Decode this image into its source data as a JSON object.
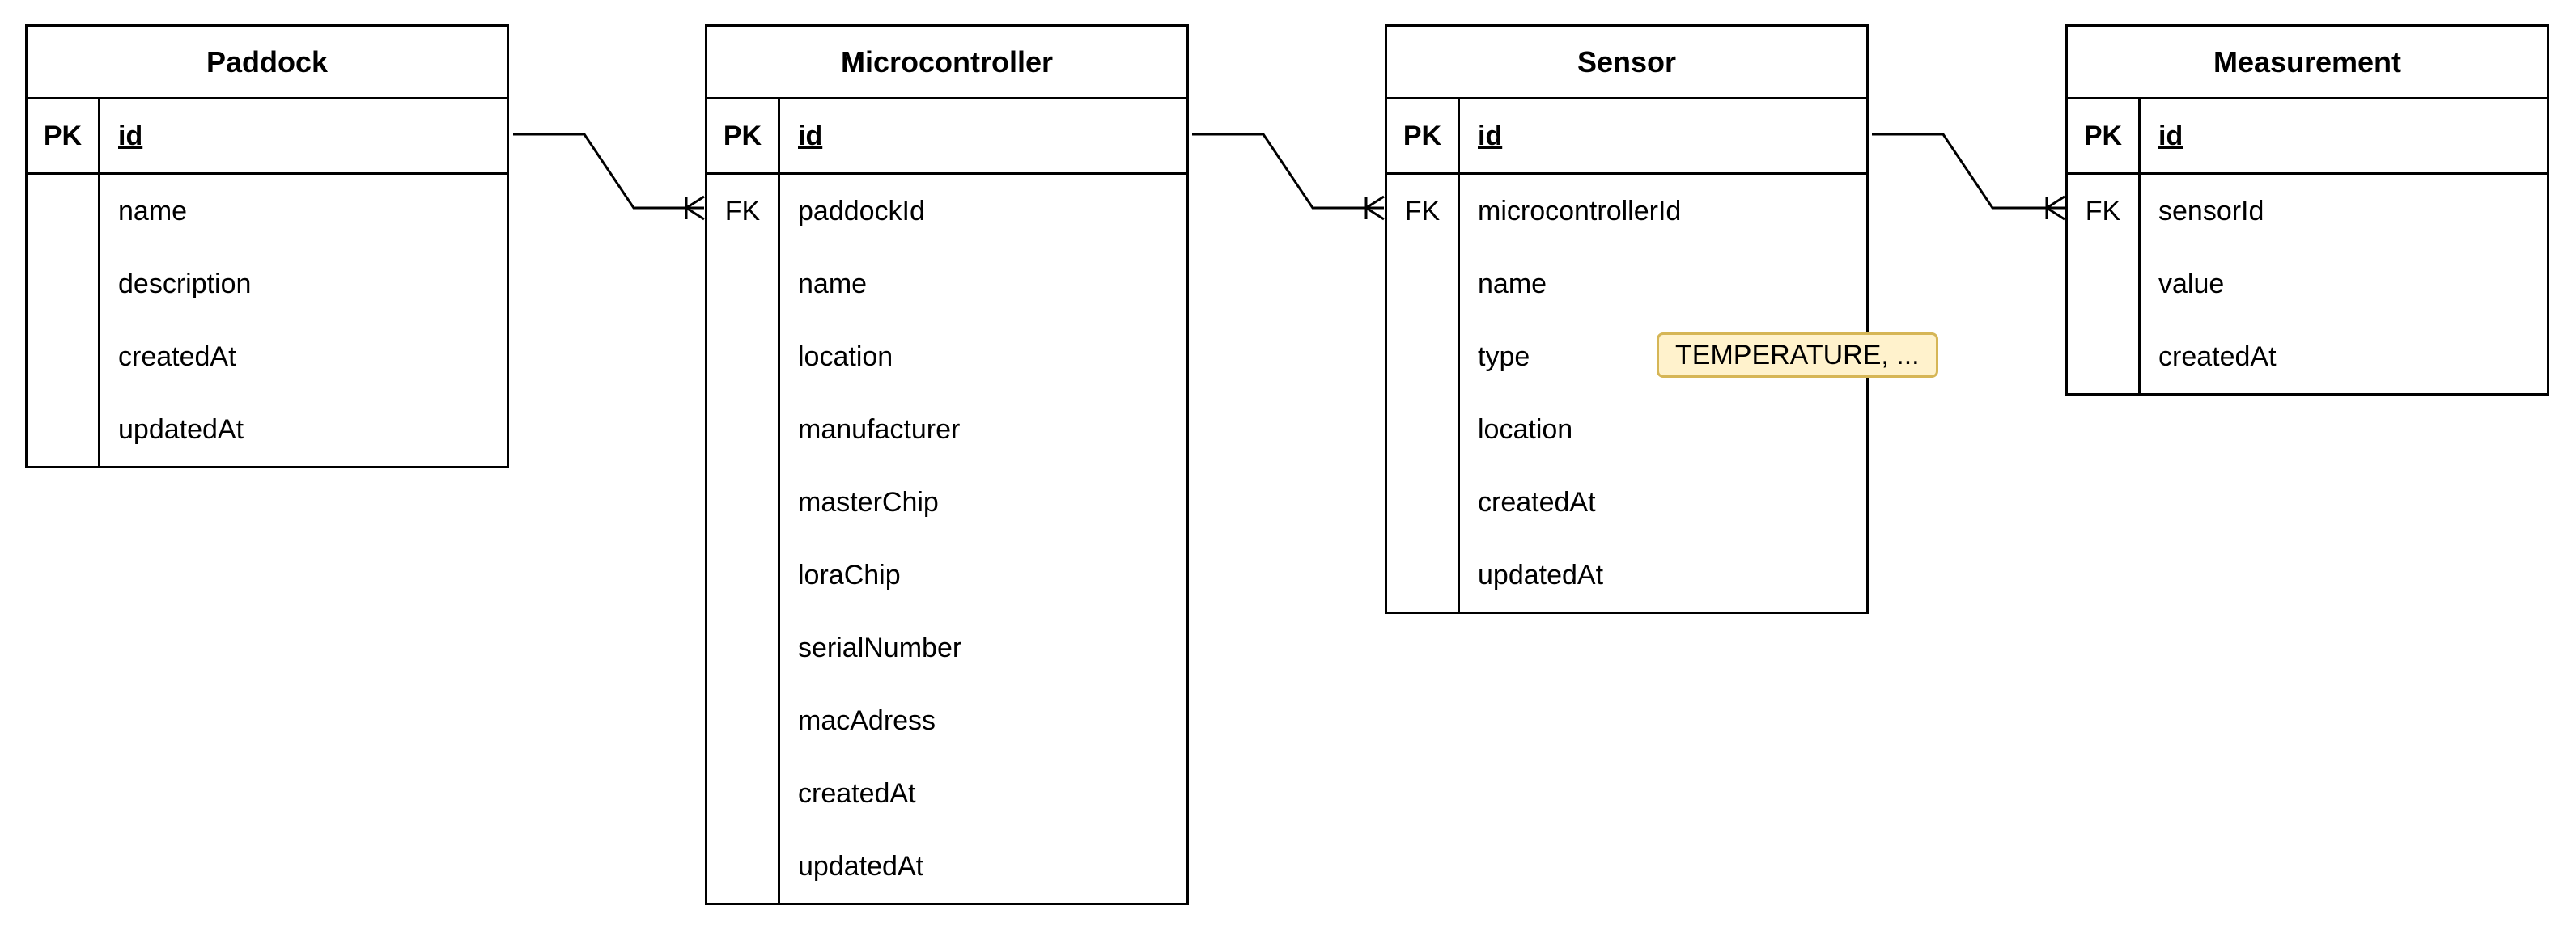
{
  "entities": [
    {
      "name": "Paddock",
      "rows": [
        {
          "key": "PK",
          "field": "id"
        },
        {
          "key": "",
          "field": "name"
        },
        {
          "key": "",
          "field": "description"
        },
        {
          "key": "",
          "field": "createdAt"
        },
        {
          "key": "",
          "field": "updatedAt"
        }
      ]
    },
    {
      "name": "Microcontroller",
      "rows": [
        {
          "key": "PK",
          "field": "id"
        },
        {
          "key": "FK",
          "field": "paddockId"
        },
        {
          "key": "",
          "field": "name"
        },
        {
          "key": "",
          "field": "location"
        },
        {
          "key": "",
          "field": "manufacturer"
        },
        {
          "key": "",
          "field": "masterChip"
        },
        {
          "key": "",
          "field": "loraChip"
        },
        {
          "key": "",
          "field": "serialNumber"
        },
        {
          "key": "",
          "field": "macAdress"
        },
        {
          "key": "",
          "field": "createdAt"
        },
        {
          "key": "",
          "field": "updatedAt"
        }
      ]
    },
    {
      "name": "Sensor",
      "rows": [
        {
          "key": "PK",
          "field": "id"
        },
        {
          "key": "FK",
          "field": "microcontrollerId"
        },
        {
          "key": "",
          "field": "name"
        },
        {
          "key": "",
          "field": "type",
          "note": "TEMPERATURE, ..."
        },
        {
          "key": "",
          "field": "location"
        },
        {
          "key": "",
          "field": "createdAt"
        },
        {
          "key": "",
          "field": "updatedAt"
        }
      ]
    },
    {
      "name": "Measurement",
      "rows": [
        {
          "key": "PK",
          "field": "id"
        },
        {
          "key": "FK",
          "field": "sensorId"
        },
        {
          "key": "",
          "field": "value"
        },
        {
          "key": "",
          "field": "createdAt"
        }
      ]
    }
  ],
  "relationships": [
    {
      "from": "Paddock",
      "to": "Microcontroller",
      "cardinality": "one-to-many"
    },
    {
      "from": "Microcontroller",
      "to": "Sensor",
      "cardinality": "one-to-many"
    },
    {
      "from": "Sensor",
      "to": "Measurement",
      "cardinality": "one-to-many"
    }
  ]
}
